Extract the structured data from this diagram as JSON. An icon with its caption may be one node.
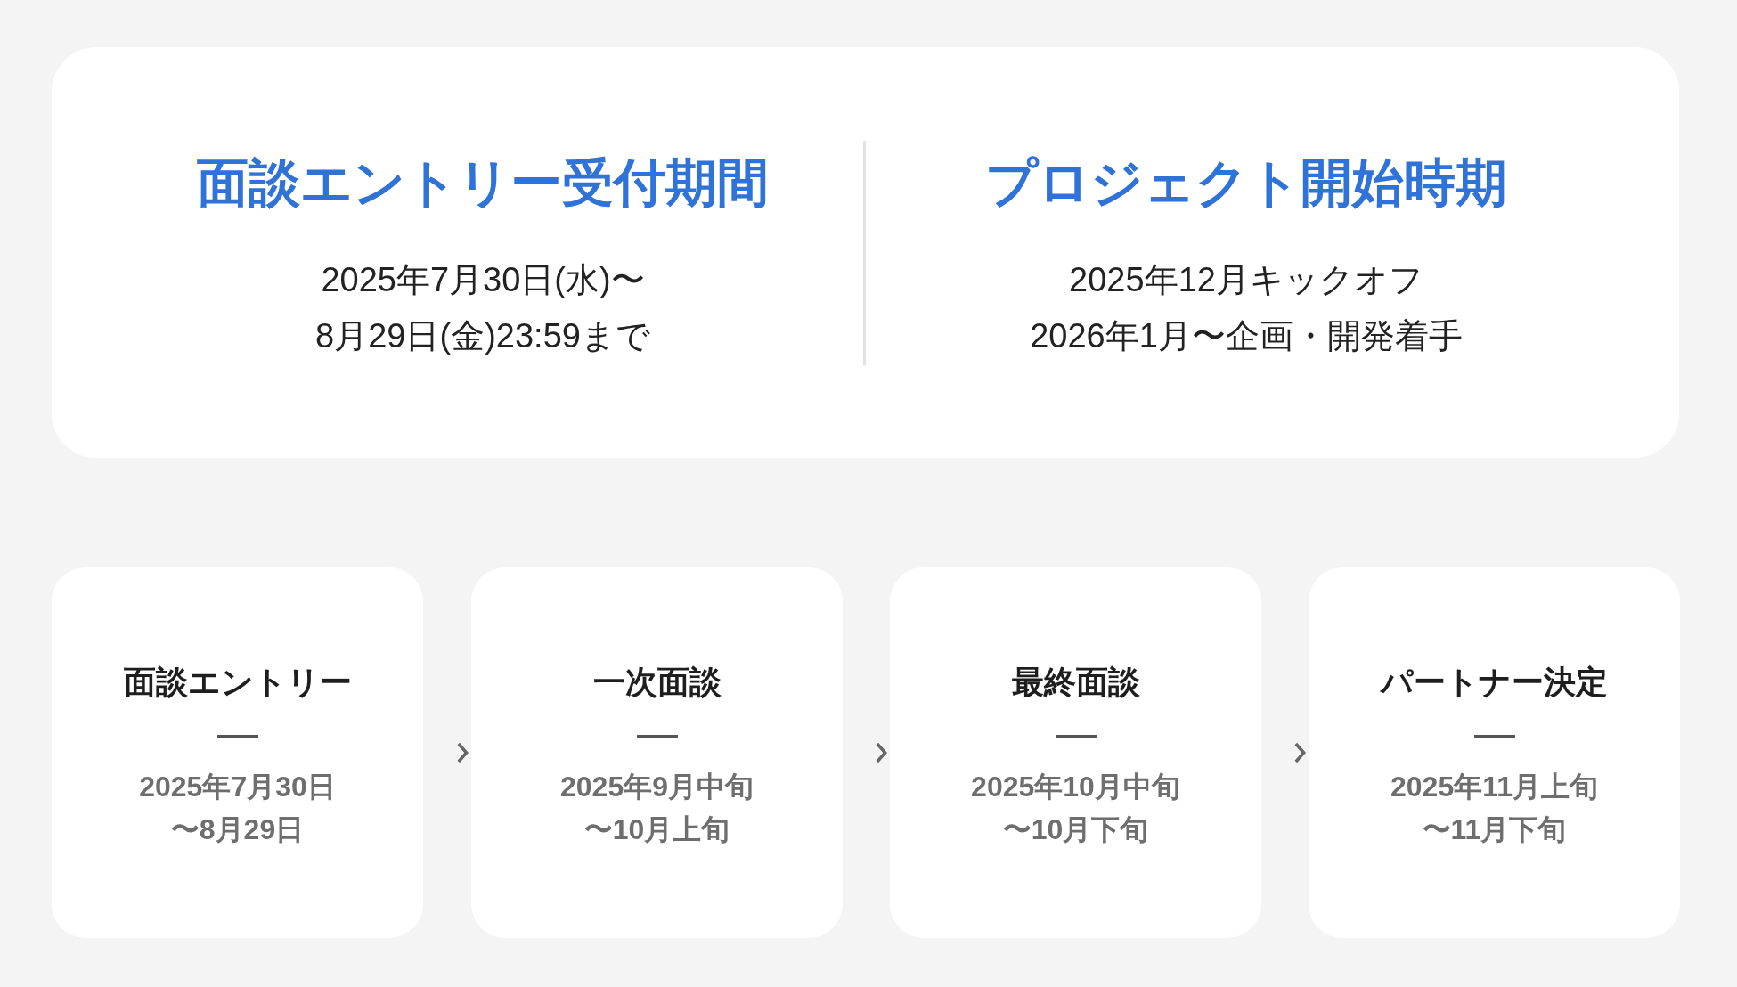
{
  "diagram": {
    "nodes": [
      {
        "text": [
          "面談エントリー受付期間",
          "2025年7月30日(水)〜8月29日(金)23:59まで",
          "プロジェクト開始時期",
          "2025年12月キックオフ",
          "2026年1月〜企画・開発着手"
        ]
      },
      {
        "text": [
          "面談エントリー",
          "2025年7月30日〜8月29日"
        ]
      },
      {
        "text": [
          "一次面談",
          "2025年9月中旬〜10月上旬"
        ]
      },
      {
        "text": [
          "最終面談",
          "2025年10月中旬〜10月下旬"
        ]
      },
      {
        "text": [
          "パートナー決定",
          "2025年11月上旬〜11月下旬"
        ]
      }
    ],
    "edges": [
      {
        "from": 1,
        "to": 2,
        "arrow": "to"
      },
      {
        "from": 2,
        "to": 3,
        "arrow": "to"
      },
      {
        "from": 3,
        "to": 4,
        "arrow": "to"
      }
    ]
  }
}
